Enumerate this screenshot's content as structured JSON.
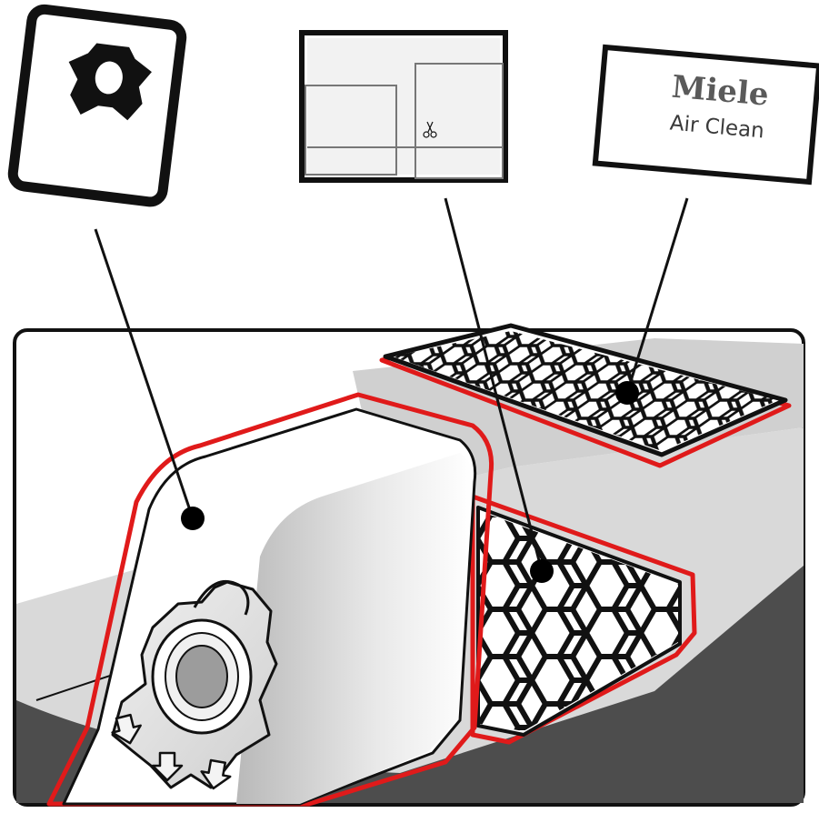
{
  "colors": {
    "seal_red": "#e01a1a",
    "outline": "#111111",
    "card_fill": "#ffffff",
    "panel_fill": "#f4f4f4",
    "housing_light": "#d9d9d9",
    "housing_dark": "#4d4d4d",
    "bag_fill": "#ffffff",
    "plate_fill": "#e6e6e6"
  },
  "labels": {
    "dustbag_card": {
      "icon": "dustbag-symbol-icon"
    },
    "motor_filter_card": {
      "icon": "cut-to-size-filter-icon"
    },
    "exhaust_filter_card": {
      "brand": "Miele",
      "product": "Air Clean"
    }
  },
  "callouts": [
    {
      "from": "dustbag-card",
      "to": "dustbag"
    },
    {
      "from": "motor-filter-card",
      "to": "motor-protection-filter"
    },
    {
      "from": "exhaust-filter-card",
      "to": "exhaust-filter"
    }
  ]
}
